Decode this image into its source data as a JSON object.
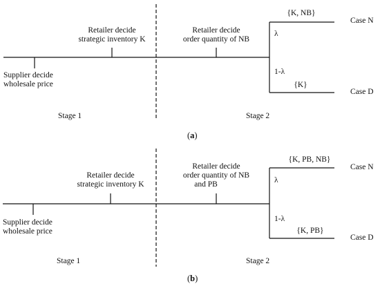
{
  "panel_a": {
    "caption_prefix": "(",
    "caption_letter": "a",
    "caption_suffix": ")",
    "supplier_line1": "Supplier decide",
    "supplier_line2": "wholesale price",
    "retailer_k_line1": "Retailer decide",
    "retailer_k_line2": "strategic inventory K",
    "retailer_order_line1": "Retailer decide",
    "retailer_order_line2": "order quantity of NB",
    "branch_top_set": "{K, NB}",
    "branch_bottom_set": "{K}",
    "lambda": "λ",
    "one_minus_lambda": "1-λ",
    "case_top": "Case N",
    "case_bottom": "Case D",
    "stage1": "Stage 1",
    "stage2": "Stage 2"
  },
  "panel_b": {
    "caption_prefix": "(",
    "caption_letter": "b",
    "caption_suffix": ")",
    "supplier_line1": "Supplier decide",
    "supplier_line2": "wholesale price",
    "retailer_k_line1": "Retailer decide",
    "retailer_k_line2": "strategic inventory K",
    "retailer_order_line1": "Retailer decide",
    "retailer_order_line2": "order quantity of NB",
    "retailer_order_line3": "and PB",
    "branch_top_set": "{K, PB, NB}",
    "branch_bottom_set": "{K, PB}",
    "lambda": "λ",
    "one_minus_lambda": "1-λ",
    "case_top": "Case N",
    "case_bottom": "Case D",
    "stage1": "Stage 1",
    "stage2": "Stage 2"
  }
}
